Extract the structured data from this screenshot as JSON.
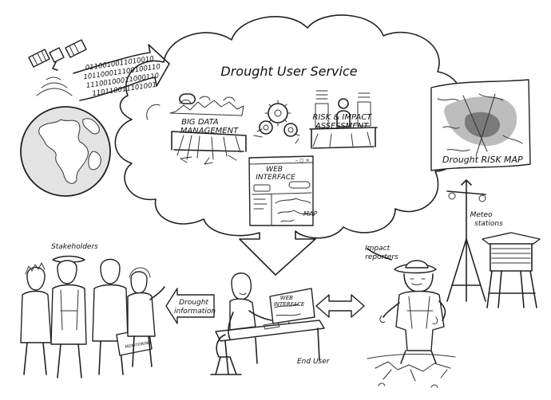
{
  "title": "Drought User Service",
  "binary_stream": {
    "lines": [
      "0110010011010010",
      "101100011100100110",
      "11100100011000110",
      "110110011101001"
    ]
  },
  "modules": {
    "big_data": "BIG DATA\nMANAGEMENT",
    "risk": "RISK & IMPACT\nASSESSMENT"
  },
  "web_interface": {
    "title": "WEB\nINTERFACE",
    "map_label": "MAP"
  },
  "risk_map_label": "Drought RISK MAP",
  "meteo_label": "Meteo\nstations",
  "stakeholders_label": "Stakeholders",
  "impact_reporters_label": "Impact\nreporters",
  "drought_information_label": "Drought\ninformation",
  "end_user_label": "End User",
  "end_user_screen": "WEB\nINTERFACE",
  "briefcase_label": "MONITORING",
  "colors": {
    "ink": "#222222",
    "paper": "#ffffff",
    "shade": "#bdbdbd",
    "dark_shade": "#7a7a7a"
  }
}
